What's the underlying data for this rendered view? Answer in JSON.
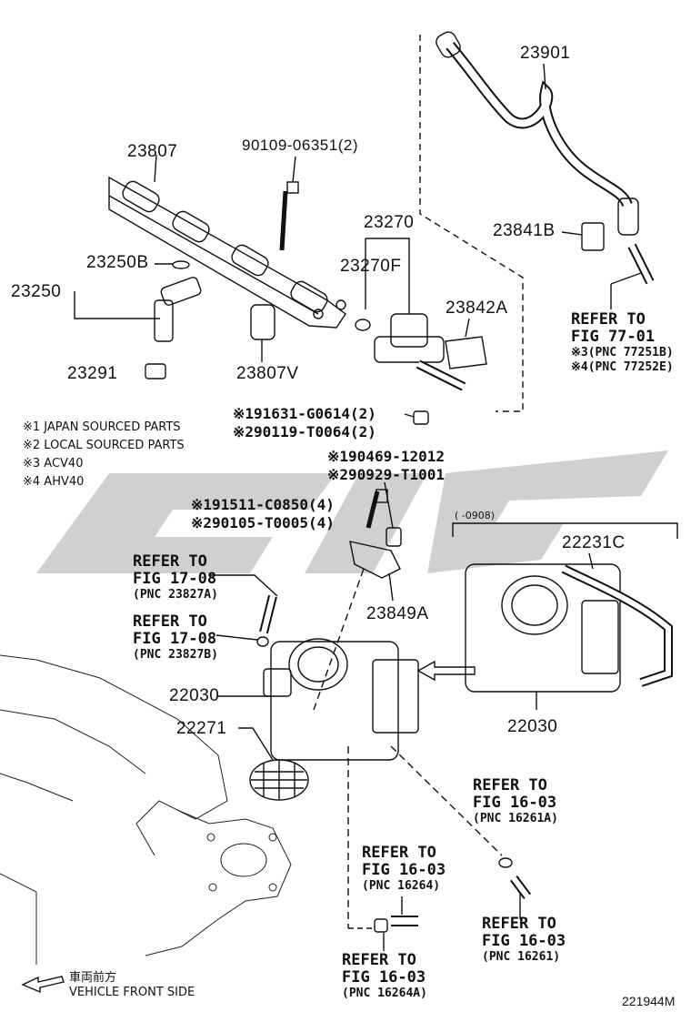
{
  "colors": {
    "line": "#111111",
    "watermark": "#c8c8c8"
  },
  "parts": {
    "p23901": "23901",
    "p23807": "23807",
    "p90109": "90109-06351(2)",
    "p23270": "23270",
    "p23270F": "23270F",
    "p23841B": "23841B",
    "p23250B": "23250B",
    "p23250": "23250",
    "p23842A": "23842A",
    "p23291": "23291",
    "p23807V": "23807V",
    "p22231C": "22231C",
    "p23849A": "23849A",
    "p22030a": "22030",
    "p22030b": "22030",
    "p22271": "22271"
  },
  "refs": {
    "r77": {
      "l1": "REFER TO",
      "l2": "FIG 77-01",
      "l3": "※3(PNC 77251B)",
      "l4": "※4(PNC 77252E)"
    },
    "r17a": {
      "l1": "REFER TO",
      "l2": "FIG 17-08",
      "l3": "(PNC 23827A)"
    },
    "r17b": {
      "l1": "REFER TO",
      "l2": "FIG 17-08",
      "l3": "(PNC 23827B)"
    },
    "r16a": {
      "l1": "REFER TO",
      "l2": "FIG 16-03",
      "l3": "(PNC 16261A)"
    },
    "r16b": {
      "l1": "REFER TO",
      "l2": "FIG 16-03",
      "l3": "(PNC 16264)"
    },
    "r16c": {
      "l1": "REFER TO",
      "l2": "FIG 16-03",
      "l3": "(PNC 16261)"
    },
    "r16d": {
      "l1": "REFER TO",
      "l2": "FIG 16-03",
      "l3": "(PNC 16264A)"
    }
  },
  "alt_parts": {
    "a1": "※191631-G0614(2)",
    "a2": "※290119-T0064(2)",
    "a3": "※190469-12012",
    "a4": "※290929-T1001",
    "a5": "※191511-C0850(4)",
    "a6": "※290105-T0005(4)"
  },
  "notes": [
    "※1 JAPAN SOURCED PARTS",
    "※2 LOCAL SOURCED PARTS",
    "※3 ACV40",
    "※4 AHV40"
  ],
  "date_range": "(      -0908)",
  "front": {
    "jp": "車両前方",
    "en": "VEHICLE FRONT SIDE"
  },
  "figure_id": "221944M"
}
